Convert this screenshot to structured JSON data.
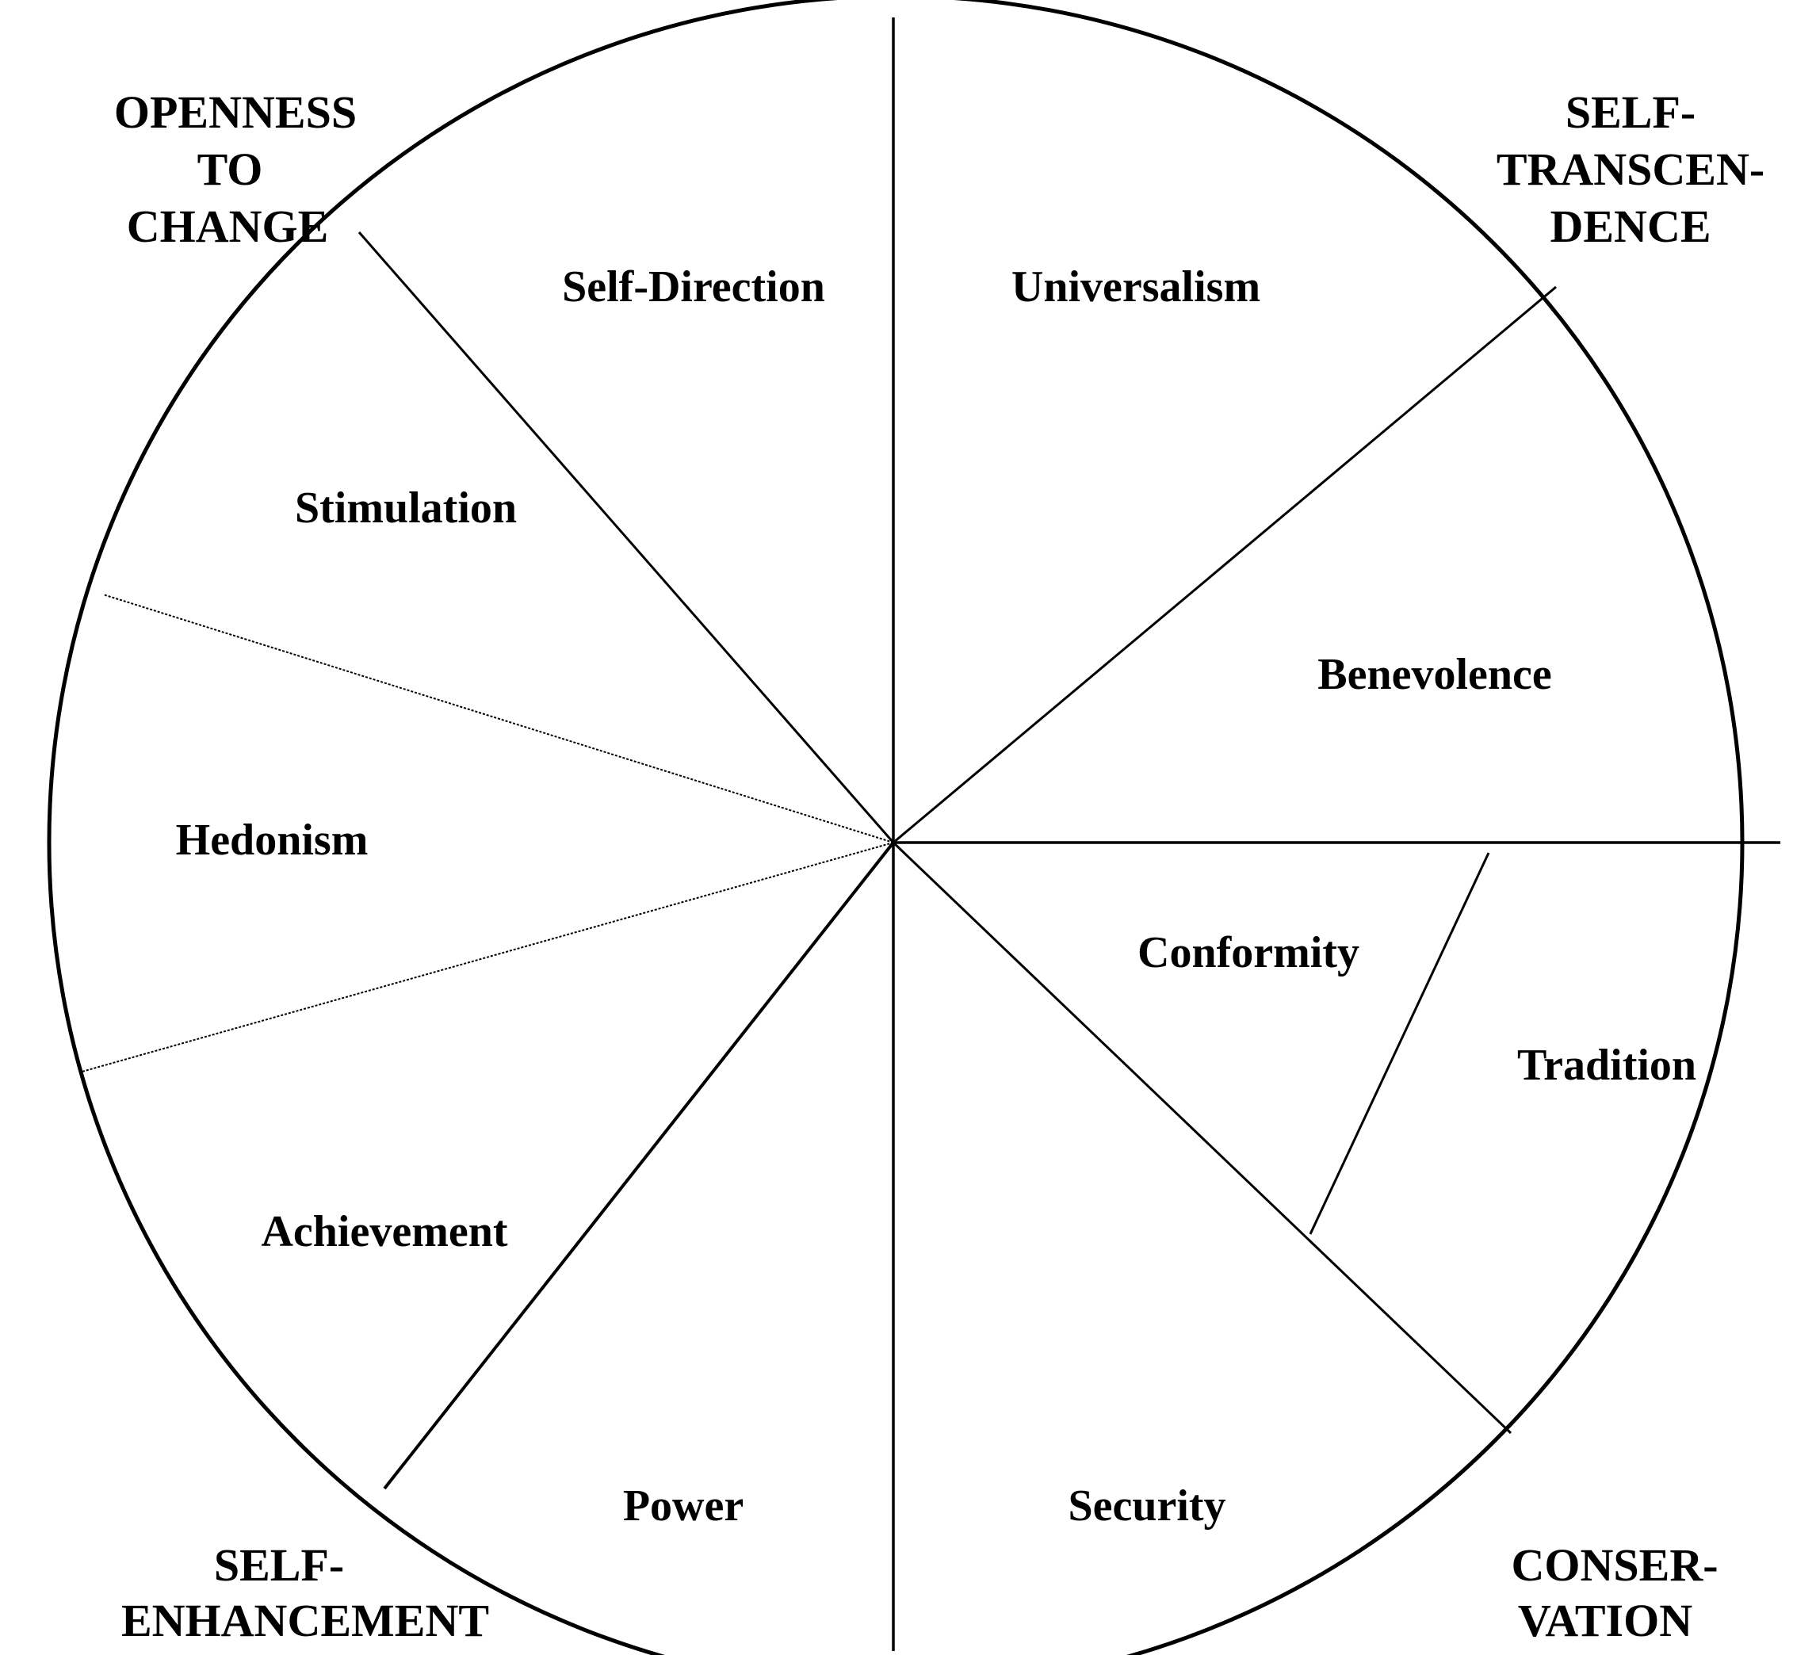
{
  "values": {
    "self_direction": "Self-Direction",
    "universalism": "Universalism",
    "stimulation": "Stimulation",
    "benevolence": "Benevolence",
    "hedonism": "Hedonism",
    "conformity": "Conformity",
    "tradition": "Tradition",
    "achievement": "Achievement",
    "power": "Power",
    "security": "Security"
  },
  "dimensions": {
    "openness": [
      "OPENNESS",
      "TO",
      "CHANGE"
    ],
    "self_transcendence": [
      "SELF-",
      "TRANSCEN-",
      "DENCE"
    ],
    "self_enhancement": [
      "SELF-",
      "ENHANCEMENT"
    ],
    "conservation": [
      "CONSER-",
      "VATION"
    ]
  }
}
